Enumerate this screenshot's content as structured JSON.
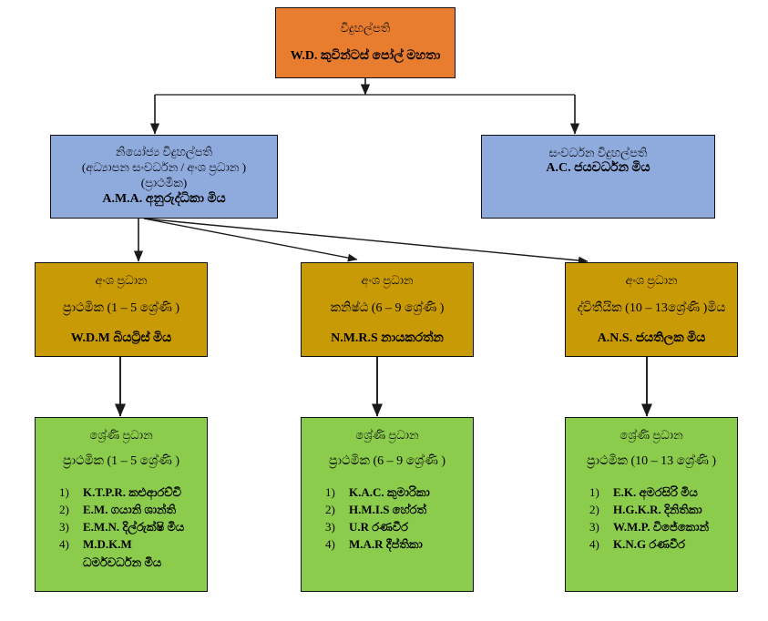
{
  "colors": {
    "principal": "#E87D30",
    "deputy": "#8FAADC",
    "section": "#C89A06",
    "grade": "#8CCC4C",
    "border": "#111111",
    "connector": "#1a1a1a",
    "background": "#FFFFFF"
  },
  "chart_data": {
    "type": "diagram",
    "title": "School Organizational Hierarchy Chart",
    "levels": 4
  },
  "principal": {
    "role": "විදුහල්පති",
    "person": "W.D. කුවින්ටස් පෝල් මහතා"
  },
  "deputies": [
    {
      "role": "නියෝජ්‍ය විදුහල්පති",
      "scope": "(අධ්‍යාපන සංවර්ධන / අංශ ප්‍රධාන )",
      "scope2": "(ප්‍රාථමික)",
      "person": "A.M.A. අනුරුද්ධිකා මිය"
    },
    {
      "role": "සංවර්ධන විදුහල්පති",
      "person": "A.C. ජයවර්ධන මිය"
    }
  ],
  "sections": [
    {
      "role": "අංශ ප්‍රධාන",
      "scope": "ප්‍රාථමික (1 – 5 ශ්‍රේණි )",
      "person": "W.D.M බියට්‍රිස් මිය"
    },
    {
      "role": "අංශ ප්‍රධාන",
      "scope": "කනිෂ්ඨ  (6 – 9 ශ්‍රේණි )",
      "person": "N.M.R.S නායකරත්න"
    },
    {
      "role": "අංශ ප්‍රධාන",
      "scope": "ද්විතීයික (10 – 13ශ්‍රේණි )මිය",
      "person": "A.N.S. ජයතිලක මිය"
    }
  ],
  "grades": [
    {
      "role": "ශ්‍රේණි ප්‍රධාන",
      "scope": "ප්‍රාථමික (1 – 5 ශ්‍රේණි )",
      "staff": [
        {
          "name": "K.T.P.R. කළුආරච්චි",
          "cont": ""
        },
        {
          "name": "E.M. ගයානි ශාන්ති",
          "cont": ""
        },
        {
          "name": "E.M.N. දිල්රුක්ෂි මිය",
          "cont": ""
        },
        {
          "name": "M.D.K.M",
          "cont": "ධර්මවර්ධන මිය"
        }
      ]
    },
    {
      "role": "ශ්‍රේණි ප්‍රධාන",
      "scope": "ප්‍රාථමික (6 – 9 ශ්‍රේණි )",
      "staff": [
        {
          "name": "K.A.C. කුමාරිකා",
          "cont": ""
        },
        {
          "name": "H.M.I.S හේරත්",
          "cont": ""
        },
        {
          "name": "U.R රණවීර",
          "cont": ""
        },
        {
          "name": "M.A.R දීප්තිකා",
          "cont": ""
        }
      ]
    },
    {
      "role": "ශ්‍රේණි ප්‍රධාන",
      "scope": "ප්‍රාථමික (10 – 13 ශ්‍රේණි )",
      "staff": [
        {
          "name": "E.K. අමරසිරි මිය",
          "cont": ""
        },
        {
          "name": "H.G.K.R. දිනිතිකා",
          "cont": ""
        },
        {
          "name": "W.M.P. විජේකොන්",
          "cont": ""
        },
        {
          "name": "K.N.G රණවීර",
          "cont": ""
        }
      ]
    }
  ]
}
